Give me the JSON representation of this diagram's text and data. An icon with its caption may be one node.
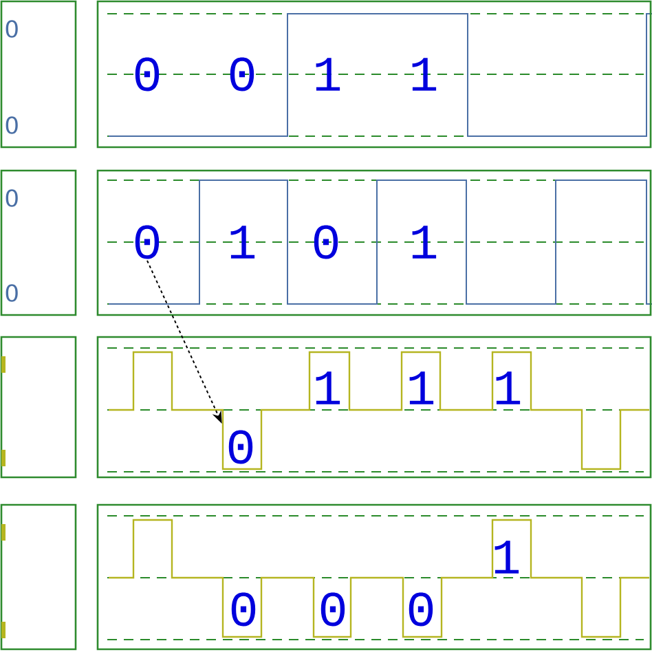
{
  "diagram": {
    "nodes": [
      {
        "text": [
          "0",
          "0"
        ]
      },
      {
        "text": [],
        "shape": "box"
      },
      {
        "text": [
          "0"
        ],
        "in": 1
      },
      {
        "text": [
          "0"
        ],
        "in": 1
      },
      {
        "text": [
          "1"
        ],
        "in": 1
      },
      {
        "text": [
          "1"
        ],
        "in": 1
      },
      {
        "text": [
          "0",
          "0"
        ]
      },
      {
        "text": [],
        "shape": "box"
      },
      {
        "text": [
          "0"
        ],
        "in": 7
      },
      {
        "text": [
          "1"
        ],
        "in": 7
      },
      {
        "text": [
          "0"
        ],
        "in": 7
      },
      {
        "text": [
          "1"
        ],
        "in": 7
      },
      {
        "text": [],
        "shape": "box"
      },
      {
        "text": [],
        "shape": "box"
      },
      {
        "text": [
          "0"
        ],
        "in": 13
      },
      {
        "text": [
          "1"
        ],
        "in": 13
      },
      {
        "text": [
          "1"
        ],
        "in": 13
      },
      {
        "text": [
          "1"
        ],
        "in": 13
      },
      {
        "text": [],
        "shape": "box"
      },
      {
        "text": [],
        "shape": "box"
      },
      {
        "text": [
          "0"
        ],
        "in": 19
      },
      {
        "text": [
          "0"
        ],
        "in": 19
      },
      {
        "text": [
          "0"
        ],
        "in": 19
      },
      {
        "text": [
          "1"
        ],
        "in": 19
      }
    ],
    "edges": [
      {
        "from": 8,
        "to": 14,
        "arrow": "to",
        "style": "dashed"
      }
    ]
  }
}
